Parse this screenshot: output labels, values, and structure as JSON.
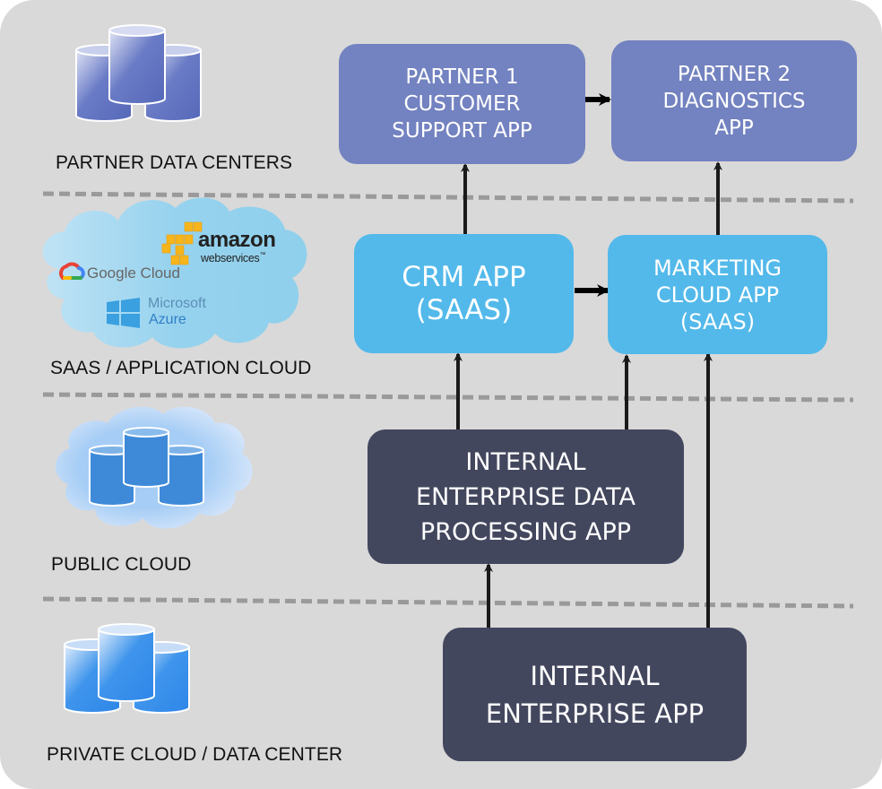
{
  "tiers": [
    {
      "id": "partner",
      "label": "PARTNER DATA CENTERS",
      "icon": "database-cluster-icon"
    },
    {
      "id": "saas",
      "label": "SAAS / APPLICATION CLOUD",
      "icon": "application-cloud-icon"
    },
    {
      "id": "public",
      "label": "PUBLIC CLOUD",
      "icon": "cloud-database-icon"
    },
    {
      "id": "private",
      "label": "PRIVATE CLOUD / DATA CENTER",
      "icon": "database-cluster-icon"
    }
  ],
  "providers": {
    "aws_name": "amazon",
    "aws_sub": "webservices",
    "aws_tm": "™",
    "google": "Google Cloud",
    "ms_line1": "Microsoft",
    "ms_line2": "Azure"
  },
  "apps": {
    "partner1": {
      "lines": [
        "PARTNER 1",
        "CUSTOMER",
        "SUPPORT APP"
      ]
    },
    "partner2": {
      "lines": [
        "PARTNER 2",
        "DIAGNOSTICS",
        "APP"
      ]
    },
    "crm": {
      "lines": [
        "CRM APP",
        "(SAAS)"
      ]
    },
    "marketing": {
      "lines": [
        "MARKETING",
        "CLOUD APP",
        "(SAAS)"
      ]
    },
    "processing": {
      "lines": [
        "INTERNAL",
        "ENTERPRISE DATA",
        "PROCESSING APP"
      ]
    },
    "internal": {
      "lines": [
        "INTERNAL",
        "ENTERPRISE APP"
      ]
    }
  },
  "connections": [
    {
      "from": "partner1",
      "to": "partner2"
    },
    {
      "from": "crm",
      "to": "partner1"
    },
    {
      "from": "marketing",
      "to": "partner2"
    },
    {
      "from": "crm",
      "to": "marketing"
    },
    {
      "from": "processing",
      "to": "crm"
    },
    {
      "from": "processing",
      "to": "marketing"
    },
    {
      "from": "internal",
      "to": "processing"
    },
    {
      "from": "internal",
      "to": "marketing"
    }
  ],
  "colors": {
    "background": "#d9d9d9",
    "partner_box": "#7382c0",
    "saas_box": "#53b9ea",
    "internal_box": "#43475e",
    "divider": "#9a9a9a",
    "arrow": "#1a1a1a"
  }
}
